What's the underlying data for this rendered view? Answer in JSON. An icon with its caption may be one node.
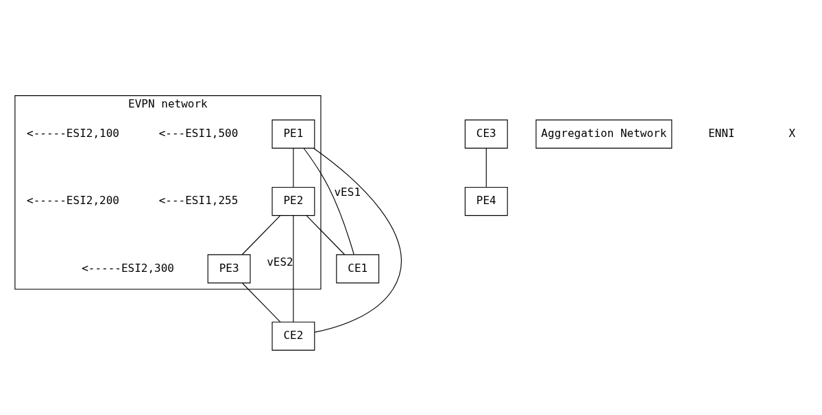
{
  "diagram": {
    "nodes": [
      {
        "text": [
          "EVPN network"
        ]
      },
      {
        "text": [
          "PE1"
        ],
        "in": 0,
        "beside": [
          "<---ESI1,500",
          "<-----ESI2,100"
        ]
      },
      {
        "text": [
          "CE3"
        ]
      },
      {
        "text": [
          "PE4"
        ]
      },
      {
        "text": [
          "PE2"
        ],
        "in": 0,
        "beside": [
          "<---ESI1,255",
          "<-----ESI2,200"
        ]
      },
      {
        "text": [
          "PE3"
        ],
        "in": 0,
        "beside": [
          "<-----ESI2,300"
        ]
      },
      {
        "text": [
          "Aggregation Network"
        ]
      },
      {
        "text": [
          "CE1"
        ]
      },
      {
        "text": [
          "CE2"
        ]
      }
    ],
    "edges": [
      {
        "from": 2,
        "to": 3,
        "arrow": "none"
      },
      {
        "from": 1,
        "to": 4,
        "arrow": "none"
      },
      {
        "from": 4,
        "to": 5,
        "arrow": "none"
      },
      {
        "from": 1,
        "to": 7,
        "arrow": "none",
        "label": "vES1"
      },
      {
        "from": 1,
        "to": 8,
        "arrow": "none"
      },
      {
        "from": 4,
        "to": 7,
        "arrow": "none"
      },
      {
        "from": 4,
        "to": 8,
        "arrow": "none",
        "label": "vES2"
      },
      {
        "from": 5,
        "to": 8,
        "arrow": "none"
      }
    ],
    "labels": [
      "ENNI",
      "X"
    ]
  }
}
